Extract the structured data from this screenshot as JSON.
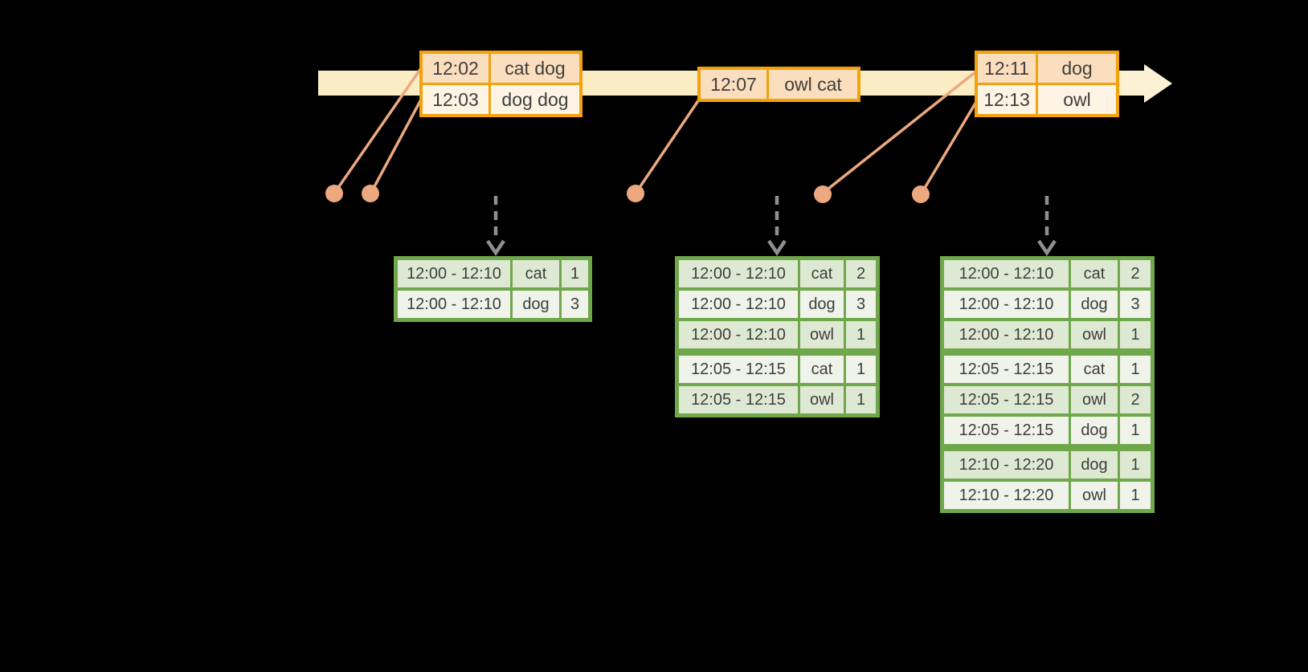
{
  "colors": {
    "background": "#000000",
    "timeline_band": "#FAEDC4",
    "timeline_arrowhead": "#FBF2D6",
    "event_table_border": "#F2A20D",
    "event_row_dark": "#FBDEBD",
    "event_row_light": "#FEF4E3",
    "connector_and_dots": "#ECA87E",
    "trigger_arrow": "#8F8F8F",
    "result_table_border": "#6FA74A",
    "result_row_dark": "#DEE9D4",
    "result_row_light": "#EFF3EA",
    "table_text": "#3E3E3E"
  },
  "events": {
    "tables": [
      {
        "rows": [
          {
            "time": "12:02",
            "words": "cat dog"
          },
          {
            "time": "12:03",
            "words": "dog dog"
          }
        ]
      },
      {
        "rows": [
          {
            "time": "12:07",
            "words": "owl cat"
          }
        ]
      },
      {
        "rows": [
          {
            "time": "12:11",
            "words": "dog"
          },
          {
            "time": "12:13",
            "words": "owl"
          }
        ]
      }
    ]
  },
  "results": {
    "tables": [
      {
        "rows": [
          {
            "window": "12:00 - 12:10",
            "word": "cat",
            "count": 1
          },
          {
            "window": "12:00 - 12:10",
            "word": "dog",
            "count": 3
          }
        ]
      },
      {
        "rows": [
          {
            "window": "12:00 - 12:10",
            "word": "cat",
            "count": 2
          },
          {
            "window": "12:00 - 12:10",
            "word": "dog",
            "count": 3
          },
          {
            "window": "12:00 - 12:10",
            "word": "owl",
            "count": 1
          },
          {
            "window": "12:05 - 12:15",
            "word": "cat",
            "count": 1
          },
          {
            "window": "12:05 - 12:15",
            "word": "owl",
            "count": 1
          }
        ]
      },
      {
        "rows": [
          {
            "window": "12:00 - 12:10",
            "word": "cat",
            "count": 2
          },
          {
            "window": "12:00 - 12:10",
            "word": "dog",
            "count": 3
          },
          {
            "window": "12:00 - 12:10",
            "word": "owl",
            "count": 1
          },
          {
            "window": "12:05 - 12:15",
            "word": "cat",
            "count": 1
          },
          {
            "window": "12:05 - 12:15",
            "word": "owl",
            "count": 2
          },
          {
            "window": "12:05 - 12:15",
            "word": "dog",
            "count": 1
          },
          {
            "window": "12:10 - 12:20",
            "word": "dog",
            "count": 1
          },
          {
            "window": "12:10 - 12:20",
            "word": "owl",
            "count": 1
          }
        ]
      }
    ]
  }
}
